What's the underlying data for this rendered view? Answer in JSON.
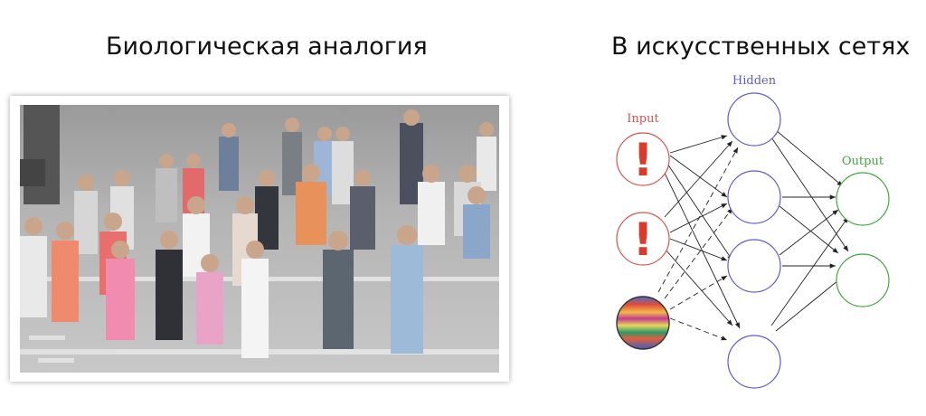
{
  "titles": {
    "left": "Биологическая аналогия",
    "right": "В искусственных сетях"
  },
  "network": {
    "input_label": "Input",
    "hidden_label": "Hidden",
    "output_label": "Output",
    "input_nodes": [
      "!",
      "!",
      ""
    ],
    "colors": {
      "input": "#d9534f",
      "hidden": "#5b5bd6",
      "output": "#3fa83f",
      "exclamation": "#d93a2b"
    }
  }
}
